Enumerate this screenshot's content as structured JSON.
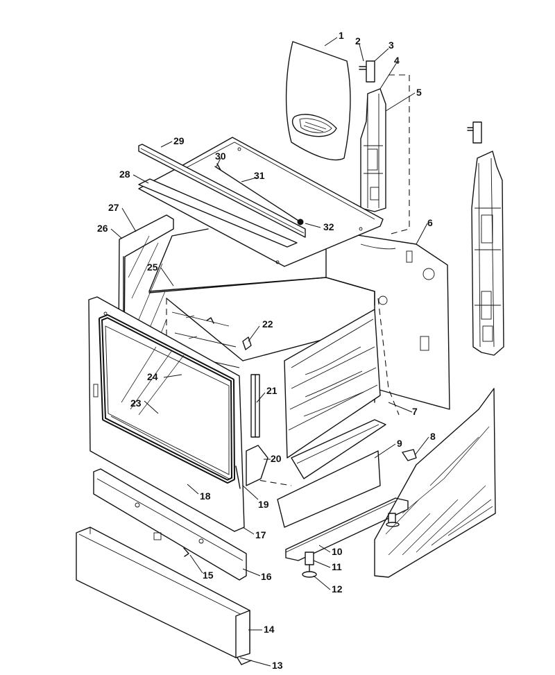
{
  "diagram": {
    "type": "exploded-parts-view",
    "callouts": [
      {
        "id": "c1",
        "label": "1"
      },
      {
        "id": "c2",
        "label": "2"
      },
      {
        "id": "c3",
        "label": "3"
      },
      {
        "id": "c4",
        "label": "4"
      },
      {
        "id": "c5",
        "label": "5"
      },
      {
        "id": "c6",
        "label": "6"
      },
      {
        "id": "c7",
        "label": "7"
      },
      {
        "id": "c8",
        "label": "8"
      },
      {
        "id": "c9",
        "label": "9"
      },
      {
        "id": "c10",
        "label": "10"
      },
      {
        "id": "c11",
        "label": "11"
      },
      {
        "id": "c12",
        "label": "12"
      },
      {
        "id": "c13",
        "label": "13"
      },
      {
        "id": "c14",
        "label": "14"
      },
      {
        "id": "c15",
        "label": "15"
      },
      {
        "id": "c16",
        "label": "16"
      },
      {
        "id": "c17",
        "label": "17"
      },
      {
        "id": "c18",
        "label": "18"
      },
      {
        "id": "c19",
        "label": "19"
      },
      {
        "id": "c20",
        "label": "20"
      },
      {
        "id": "c21",
        "label": "21"
      },
      {
        "id": "c22",
        "label": "22"
      },
      {
        "id": "c23",
        "label": "23"
      },
      {
        "id": "c24",
        "label": "24"
      },
      {
        "id": "c25",
        "label": "25"
      },
      {
        "id": "c26",
        "label": "26"
      },
      {
        "id": "c27",
        "label": "27"
      },
      {
        "id": "c28",
        "label": "28"
      },
      {
        "id": "c29",
        "label": "29"
      },
      {
        "id": "c30",
        "label": "30"
      },
      {
        "id": "c31",
        "label": "31"
      },
      {
        "id": "c32",
        "label": "32"
      }
    ]
  },
  "colors": {
    "line": "#111111",
    "background": "#ffffff"
  }
}
